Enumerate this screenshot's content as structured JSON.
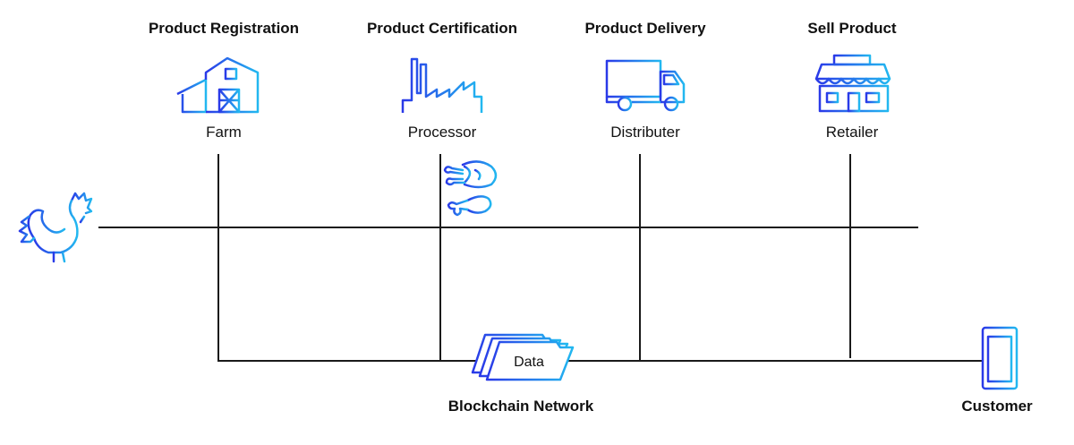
{
  "colors": {
    "gradient_start": "#2a39e8",
    "gradient_end": "#22b8f0",
    "line": "#1a1a1a"
  },
  "stages": [
    {
      "title": "Product Registration",
      "entity": "Farm",
      "icon": "barn-icon"
    },
    {
      "title": "Product Certification",
      "entity": "Processor",
      "icon": "factory-icon"
    },
    {
      "title": "Product Delivery",
      "entity": "Distributer",
      "icon": "truck-icon"
    },
    {
      "title": "Sell Product",
      "entity": "Retailer",
      "icon": "store-icon"
    }
  ],
  "source_icon": "rooster-icon",
  "product_icons": [
    "chicken-roast-icon",
    "drumstick-icon"
  ],
  "network": {
    "doc_label": "Data",
    "label": "Blockchain Network",
    "icon": "data-files-icon"
  },
  "customer": {
    "label": "Customer",
    "icon": "smartphone-icon"
  }
}
